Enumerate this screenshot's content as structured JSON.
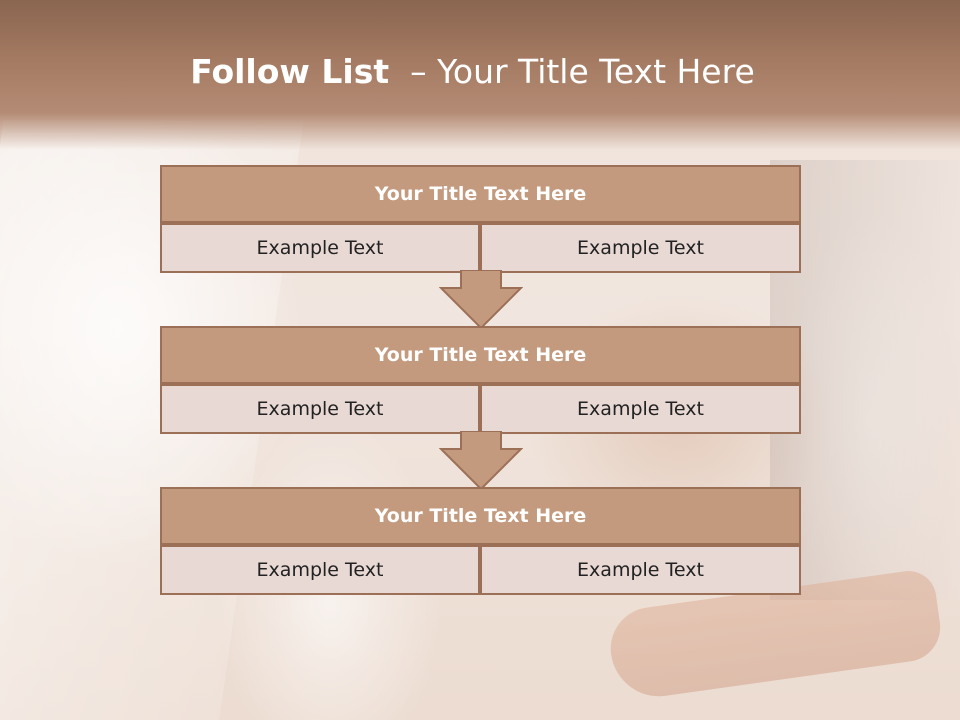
{
  "slide": {
    "title_bold": "Follow List",
    "title_rest": "– Your Title Text Here"
  },
  "blocks": [
    {
      "title": "Your Title Text Here",
      "left": "Example Text",
      "right": "Example Text"
    },
    {
      "title": "Your Title Text Here",
      "left": "Example Text",
      "right": "Example Text"
    },
    {
      "title": "Your Title Text Here",
      "left": "Example Text",
      "right": "Example Text"
    }
  ],
  "colors": {
    "header_band": "#a47a62",
    "box_fill": "#c39a7e",
    "cell_fill": "#e8d9d4",
    "border": "#9c7057"
  },
  "icons": [
    "down-arrow-icon",
    "down-arrow-icon"
  ]
}
